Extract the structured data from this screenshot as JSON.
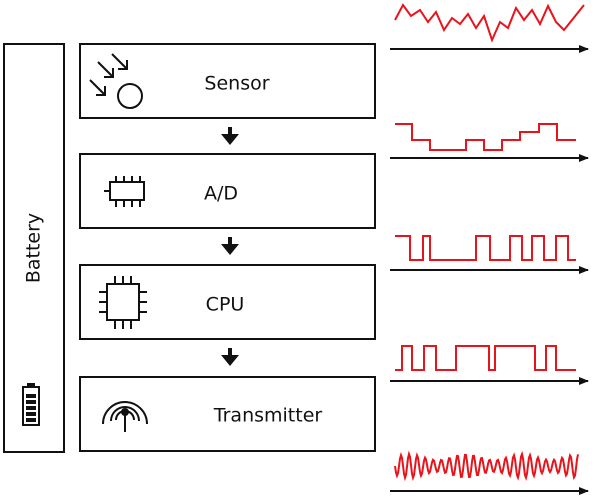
{
  "battery": {
    "label": "Battery",
    "icon": "battery-icon"
  },
  "stages": [
    {
      "label": "Sensor",
      "icon": "light-sensor-icon"
    },
    {
      "label": "A/D",
      "icon": "chip-icon"
    },
    {
      "label": "CPU",
      "icon": "processor-icon"
    },
    {
      "label": "Transmitter",
      "icon": "antenna-icon"
    }
  ],
  "signals": [
    {
      "kind": "analog",
      "icon": "analog-signal-icon"
    },
    {
      "kind": "quantized",
      "icon": "quantized-signal-icon"
    },
    {
      "kind": "digital",
      "icon": "digital-signal-icon"
    },
    {
      "kind": "digital",
      "icon": "digital-signal-icon"
    },
    {
      "kind": "modulated",
      "icon": "modulated-signal-icon"
    }
  ],
  "colors": {
    "signal": "#e8141b",
    "stroke": "#111111",
    "background": "#ffffff"
  }
}
